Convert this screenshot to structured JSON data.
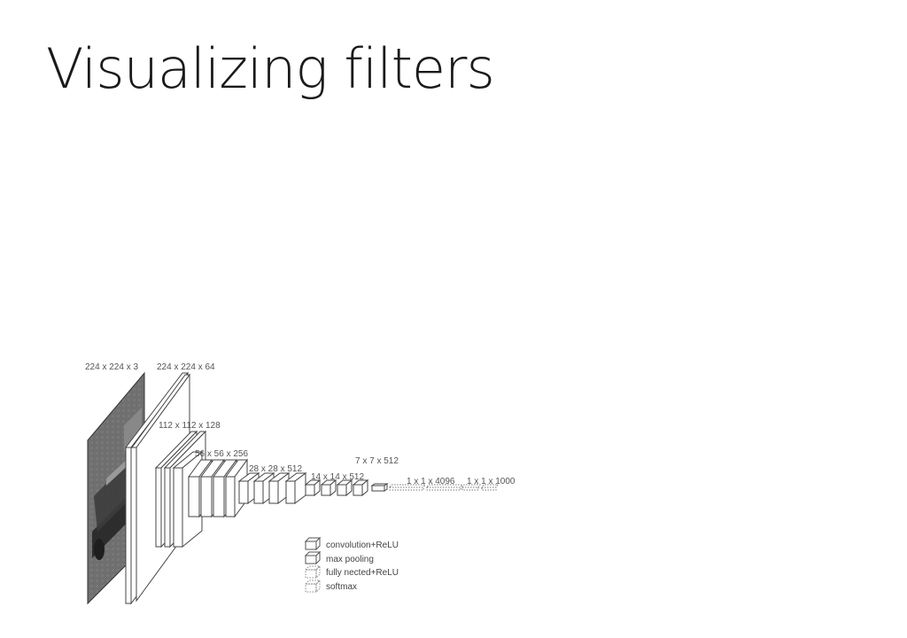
{
  "slide": {
    "title": "Visualizing filters"
  },
  "diagram": {
    "input_label": "224 x 224 x 3",
    "block_labels": [
      "224 x 224 x 64",
      "112 x 112 x 128",
      "56 x 56 x 256",
      "28 x 28 x 512",
      "14 x 14 x 512",
      "7 x 7 x 512",
      "1 x 1 x 4096",
      "1 x 1 x 1000"
    ],
    "legend": [
      {
        "label": "convolution+ReLU",
        "icon": "cube-icon",
        "style": "solid"
      },
      {
        "label": "max pooling",
        "icon": "cube-icon",
        "style": "solid"
      },
      {
        "label": "fully nected+ReLU",
        "icon": "cube-icon",
        "style": "dotted"
      },
      {
        "label": "softmax",
        "icon": "cube-icon",
        "style": "dotted"
      }
    ]
  }
}
